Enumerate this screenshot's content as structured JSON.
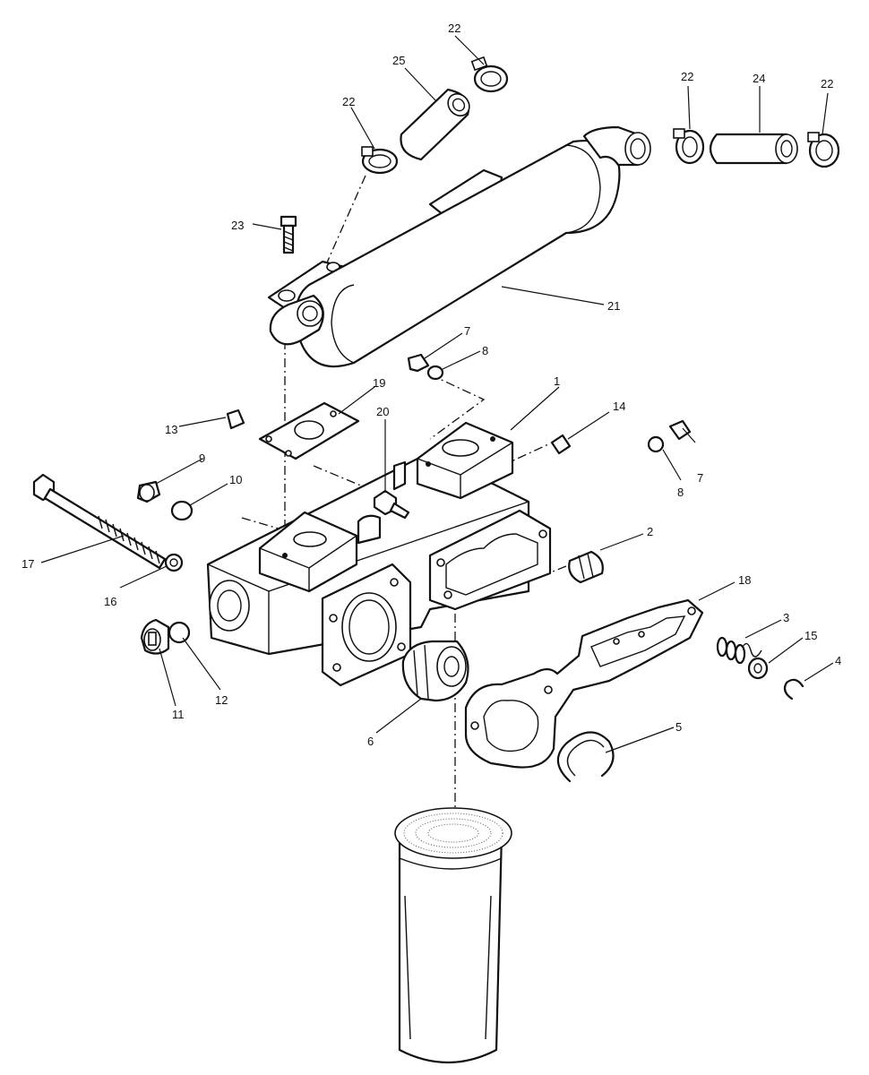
{
  "callouts": [
    {
      "id": "1",
      "label": "1"
    },
    {
      "id": "2",
      "label": "2"
    },
    {
      "id": "3",
      "label": "3"
    },
    {
      "id": "4",
      "label": "4"
    },
    {
      "id": "5",
      "label": "5"
    },
    {
      "id": "6",
      "label": "6"
    },
    {
      "id": "7a",
      "label": "7"
    },
    {
      "id": "7b",
      "label": "7"
    },
    {
      "id": "8a",
      "label": "8"
    },
    {
      "id": "8b",
      "label": "8"
    },
    {
      "id": "9",
      "label": "9"
    },
    {
      "id": "10",
      "label": "10"
    },
    {
      "id": "11",
      "label": "11"
    },
    {
      "id": "12",
      "label": "12"
    },
    {
      "id": "13",
      "label": "13"
    },
    {
      "id": "14",
      "label": "14"
    },
    {
      "id": "15",
      "label": "15"
    },
    {
      "id": "16",
      "label": "16"
    },
    {
      "id": "17",
      "label": "17"
    },
    {
      "id": "18",
      "label": "18"
    },
    {
      "id": "19",
      "label": "19"
    },
    {
      "id": "20",
      "label": "20"
    },
    {
      "id": "21",
      "label": "21"
    },
    {
      "id": "22a",
      "label": "22"
    },
    {
      "id": "22b",
      "label": "22"
    },
    {
      "id": "22c",
      "label": "22"
    },
    {
      "id": "22d",
      "label": "22"
    },
    {
      "id": "23",
      "label": "23"
    },
    {
      "id": "24",
      "label": "24"
    },
    {
      "id": "25",
      "label": "25"
    }
  ]
}
